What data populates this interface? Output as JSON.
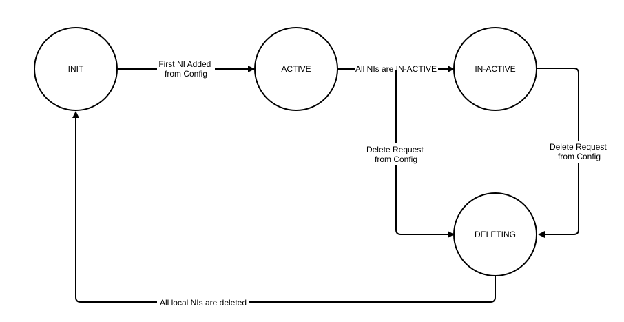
{
  "states": {
    "init": "INIT",
    "active": "ACTIVE",
    "inactive": "IN-ACTIVE",
    "deleting": "DELETING"
  },
  "transitions": {
    "init_to_active": [
      "First NI Added",
      "from Config"
    ],
    "active_to_inactive": [
      "All NIs are IN-ACTIVE"
    ],
    "active_to_deleting": [
      "Delete Request",
      "from Config"
    ],
    "inactive_to_deleting": [
      "Delete Request",
      "from Config"
    ],
    "deleting_to_init": [
      "All local NIs are deleted"
    ]
  },
  "colors": {
    "stroke": "#000000",
    "background": "#ffffff",
    "text": "#000000"
  }
}
